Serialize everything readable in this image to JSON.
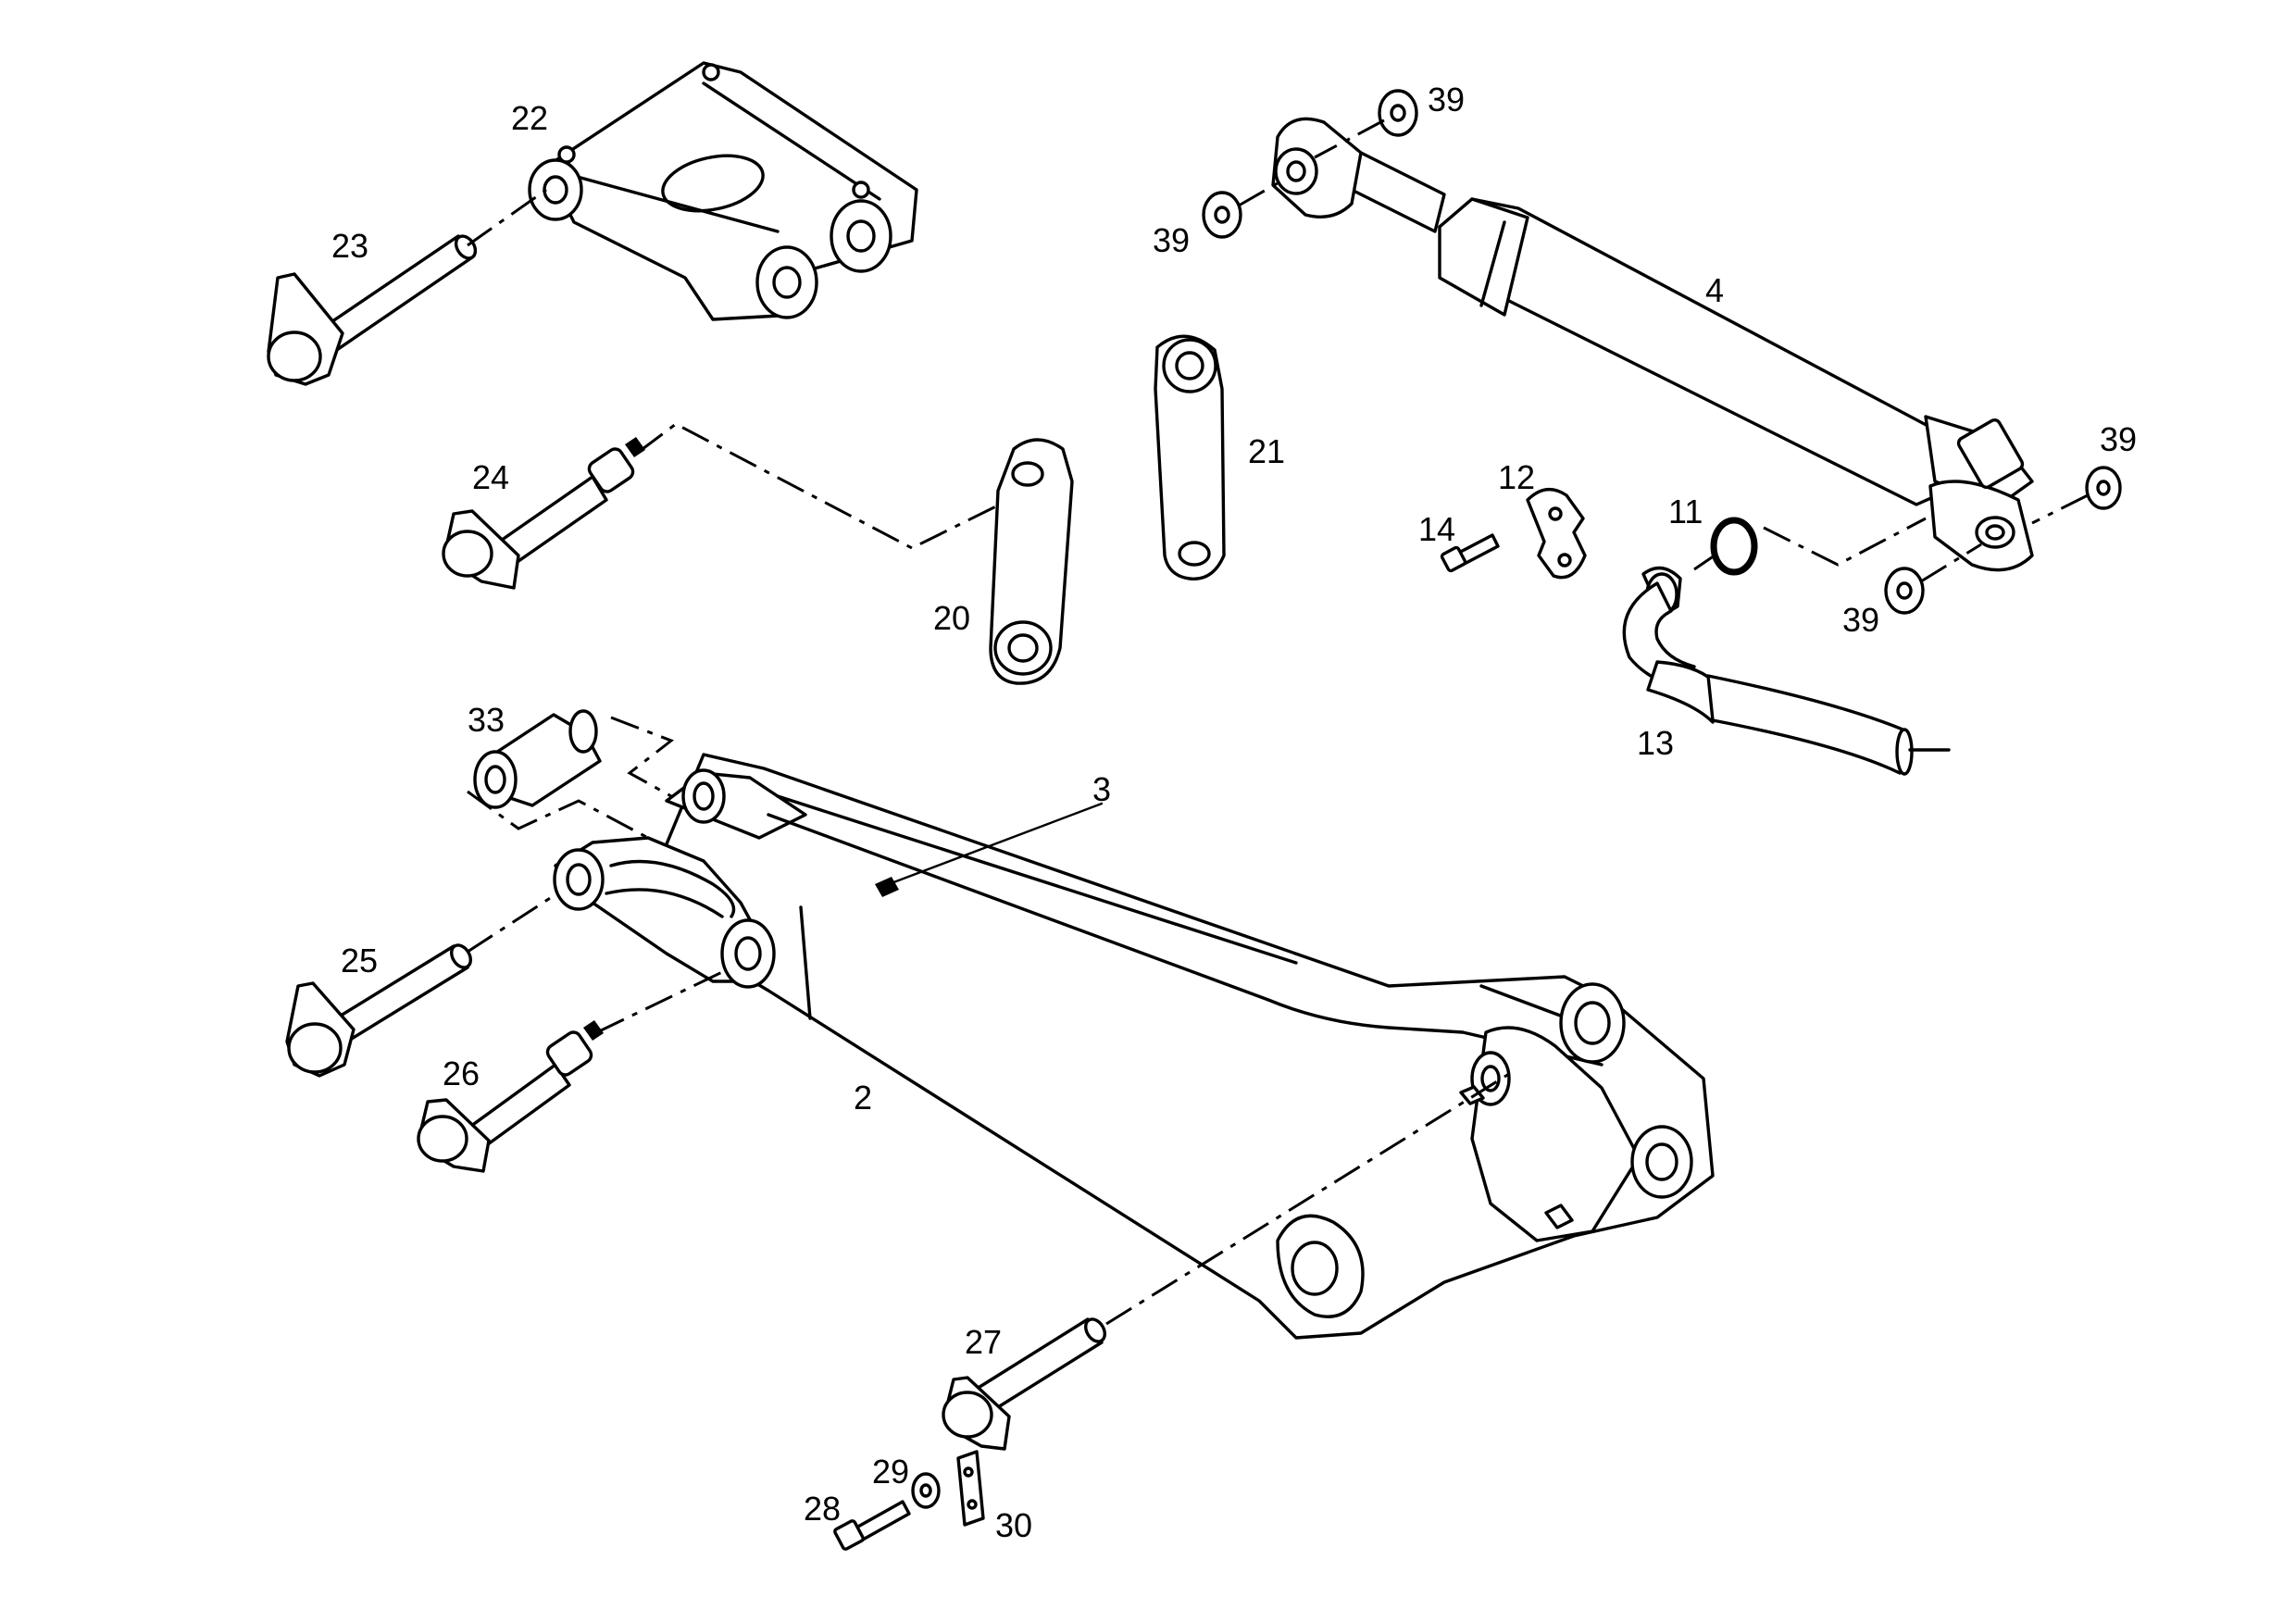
{
  "callouts": {
    "c2": "2",
    "c3": "3",
    "c4": "4",
    "c11": "11",
    "c12": "12",
    "c13": "13",
    "c14": "14",
    "c20": "20",
    "c21": "21",
    "c22": "22",
    "c23": "23",
    "c24": "24",
    "c25": "25",
    "c26": "26",
    "c27": "27",
    "c28": "28",
    "c29": "29",
    "c30": "30",
    "c33": "33",
    "c39a": "39",
    "c39b": "39",
    "c39c": "39",
    "c39d": "39"
  },
  "colors": {
    "ink": "#000000",
    "paper": "#ffffff"
  }
}
